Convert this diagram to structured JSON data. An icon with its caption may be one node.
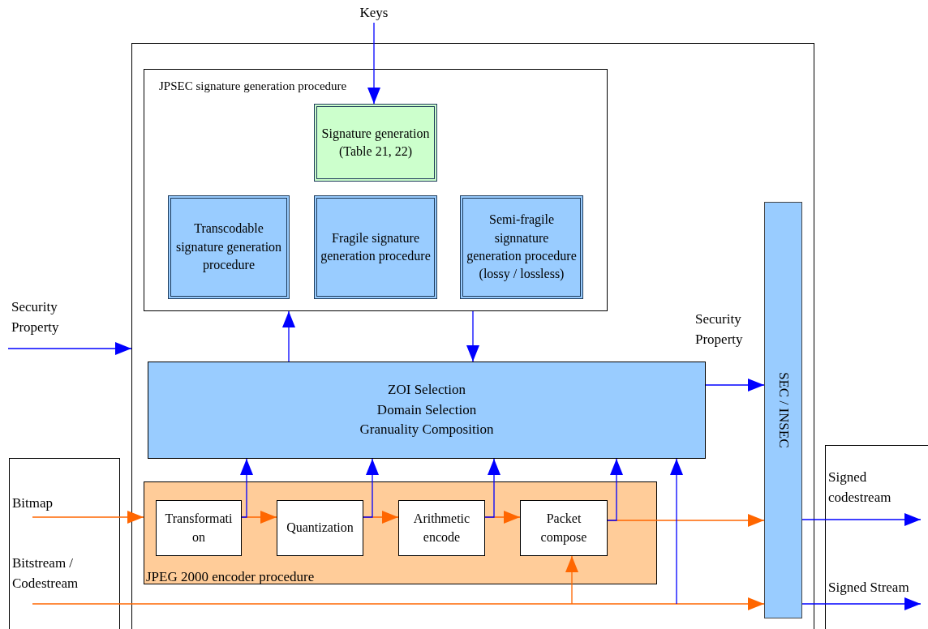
{
  "diagram": {
    "nodes": [
      {
        "text": [
          "Keys"
        ]
      },
      {
        "text": [],
        "shape": "box"
      },
      {
        "text": [
          "JPSEC signature generation procedure"
        ],
        "in": 1
      },
      {
        "text": [
          "Signature generation (Table 21, 22)"
        ],
        "in": 2
      },
      {
        "text": [
          "Transcodable signature generation procedure"
        ],
        "in": 2
      },
      {
        "text": [
          "Fragile signature generation procedure"
        ],
        "in": 2
      },
      {
        "text": [
          "Semi-fragile signnature generation procedure (lossy / lossless)"
        ],
        "in": 2
      },
      {
        "text": [
          "ZOI Selection",
          "Domain Selection",
          "Granuality Composition"
        ],
        "in": 1
      },
      {
        "text": [],
        "shape": "box"
      },
      {
        "text": [
          "JPEG 2000 encoder procedure"
        ],
        "in": 1
      },
      {
        "text": [
          "Transformati on"
        ],
        "in": 9
      },
      {
        "text": [
          "Quantization"
        ],
        "in": 9
      },
      {
        "text": [
          "Arithmetic encode"
        ],
        "in": 9
      },
      {
        "text": [
          "Packet compose"
        ],
        "in": 9
      },
      {
        "text": [
          "SEC / INSEC"
        ],
        "in": 1
      },
      {
        "text": [],
        "shape": "box"
      }
    ],
    "edges": [
      {
        "from": 0,
        "to": 3,
        "arrow": "to"
      },
      {
        "from": 7,
        "to": 2,
        "arrow": "to"
      },
      {
        "from": 2,
        "to": 7,
        "arrow": "to"
      },
      {
        "from": null,
        "to": 1,
        "arrow": "to",
        "label": "Security Property"
      },
      {
        "from": 7,
        "to": 14,
        "arrow": "to",
        "label": "Security Property"
      },
      {
        "from": 8,
        "to": 9,
        "arrow": "to",
        "label": "Bitmap",
        "color": "#ff6600"
      },
      {
        "from": 10,
        "to": 11,
        "arrow": "to",
        "color": "#ff6600"
      },
      {
        "from": 11,
        "to": 12,
        "arrow": "to",
        "color": "#ff6600"
      },
      {
        "from": 12,
        "to": 13,
        "arrow": "to",
        "color": "#ff6600"
      },
      {
        "from": 13,
        "to": 14,
        "arrow": "to",
        "color": "#ff6600"
      },
      {
        "from": 10,
        "to": 7,
        "arrow": "to"
      },
      {
        "from": 11,
        "to": 7,
        "arrow": "to"
      },
      {
        "from": 12,
        "to": 7,
        "arrow": "to"
      },
      {
        "from": 13,
        "to": 7,
        "arrow": "to"
      },
      {
        "from": 8,
        "to": 14,
        "arrow": "to",
        "label": "Bitstream / Codestream",
        "color": "#ff6600"
      },
      {
        "from": null,
        "to": 13,
        "arrow": "to",
        "color": "#ff6600"
      },
      {
        "from": null,
        "to": 7,
        "arrow": "to"
      },
      {
        "from": 14,
        "to": 15,
        "arrow": "to",
        "label": "Signed codestream"
      },
      {
        "from": 14,
        "to": 15,
        "arrow": "to",
        "label": "Signed Stream"
      }
    ]
  }
}
